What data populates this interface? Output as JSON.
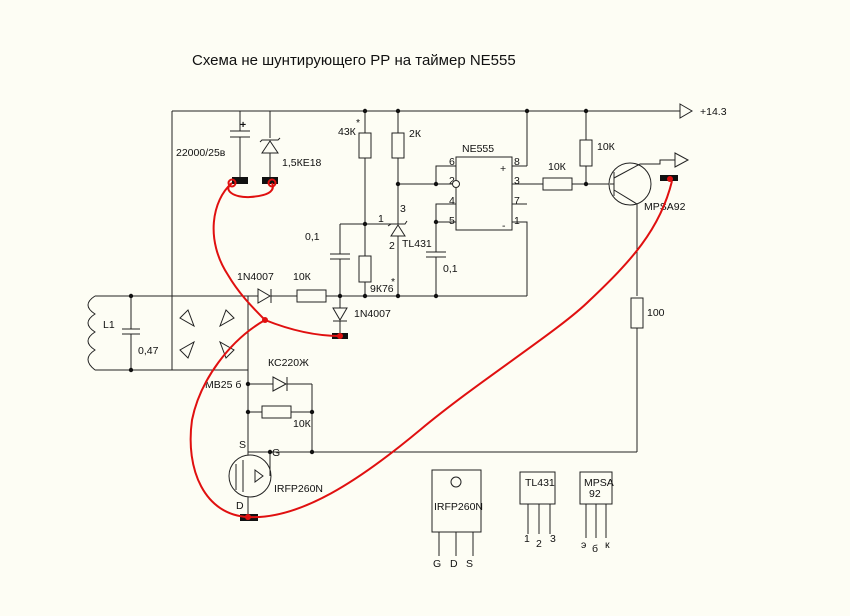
{
  "title": "Схема не шунтирующего РР на таймер NE555",
  "supply_label": "+14.3",
  "components": {
    "cap_main": "22000/25в",
    "zener_main": "1,5КЕ18",
    "r43k": "43К",
    "r2k": "2К",
    "ic": "NE555",
    "r10k_a": "10К",
    "r10k_b": "10К",
    "transistor": "MPSA92",
    "cap_01_a": "0,1",
    "ref": "TL431",
    "cap_01_b": "0,1",
    "r9k76": "9К76",
    "diode_a": "1N4007",
    "r10k_c": "10К",
    "diode_b": "1N4007",
    "coil": "L1",
    "cap_047": "0,47",
    "bridge": "МВ25 б",
    "zener_gate": "КС220Ж",
    "r10k_gate": "10К",
    "r100": "100",
    "mosfet": "IRFP260N",
    "star": "*"
  },
  "ic_pins": [
    "6",
    "2",
    "4",
    "5",
    "8",
    "3",
    "7",
    "1",
    "+",
    "-"
  ],
  "tl431_pins": [
    "1",
    "2",
    "3"
  ],
  "mosfet_pins": {
    "s": "S",
    "g": "G",
    "d": "D"
  },
  "packages": {
    "irfp": {
      "label": "IRFP260N",
      "pins": [
        "G",
        "D",
        "S"
      ]
    },
    "tl431": {
      "label": "TL431",
      "pins": [
        "1",
        "2",
        "3"
      ]
    },
    "mpsa": {
      "label_line1": "MPSA",
      "label_line2": "92",
      "pins": [
        "э",
        "б",
        "к"
      ]
    }
  },
  "colors": {
    "wire": "#222222",
    "hand_drawn": "#e01010",
    "background": "#fdfdf4"
  }
}
